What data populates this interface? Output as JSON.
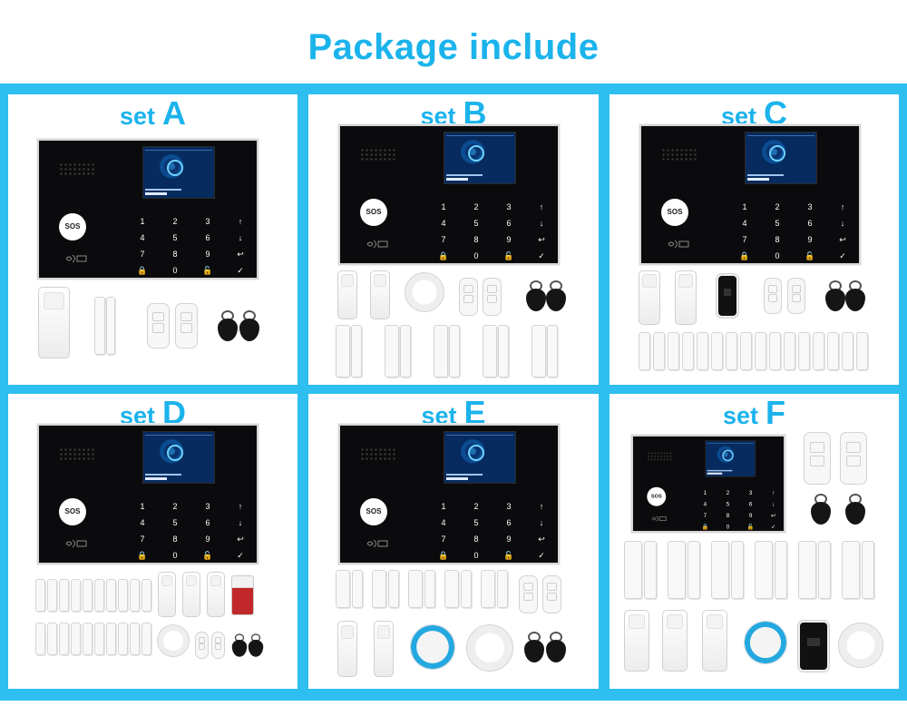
{
  "page": {
    "title": "Package include",
    "accent_color": "#1bb3ec",
    "frame_color": "#2ebef0"
  },
  "sets": [
    {
      "word": "set",
      "letter": "A"
    },
    {
      "word": "set",
      "letter": "B"
    },
    {
      "word": "set",
      "letter": "C"
    },
    {
      "word": "set",
      "letter": "D"
    },
    {
      "word": "set",
      "letter": "E"
    },
    {
      "word": "set",
      "letter": "F"
    }
  ],
  "hub": {
    "sos_label": "SOS",
    "keys": [
      "1",
      "2",
      "3",
      "↑",
      "4",
      "5",
      "6",
      "↓",
      "7",
      "8",
      "9",
      "↩",
      "🔒",
      "0",
      "🔓",
      "✓"
    ]
  }
}
